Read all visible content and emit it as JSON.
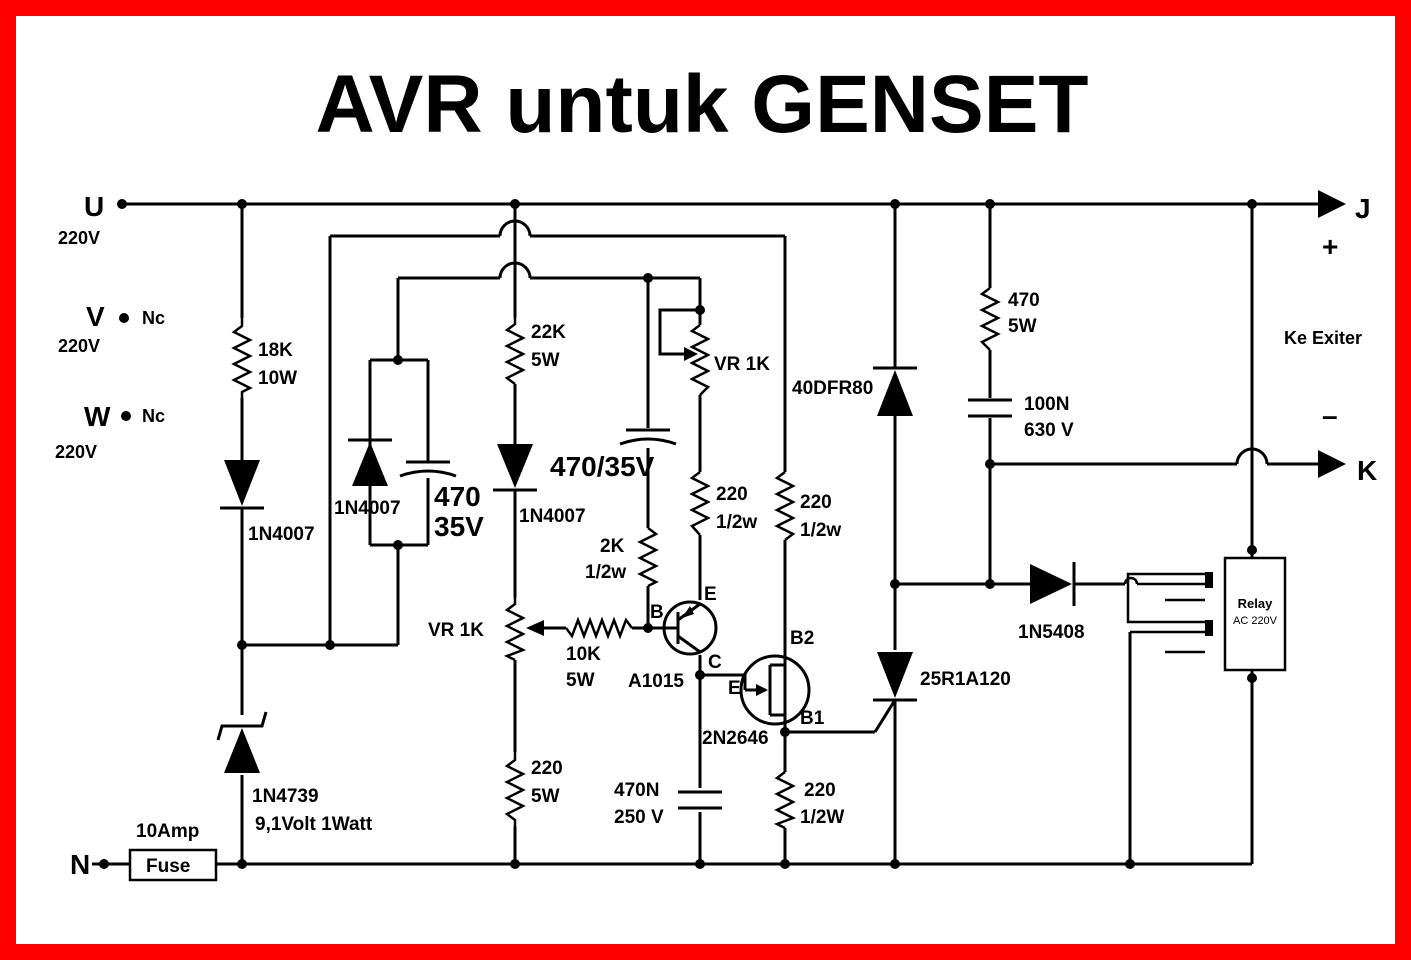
{
  "title": "AVR untuk GENSET",
  "terminals": {
    "U": "U",
    "U_volt": "220V",
    "V": "V",
    "V_nc": "Nc",
    "V_volt": "220V",
    "W": "W",
    "W_nc": "Nc",
    "W_volt": "220V",
    "N": "N",
    "J": "J",
    "K": "K",
    "plus": "+",
    "minus": "–",
    "exciter": "Ke Exiter"
  },
  "components": {
    "r18k_value": "18K",
    "r18k_power": "10W",
    "d1_label": "1N4007",
    "zener_label": "1N4739",
    "zener_spec": "9,1Volt 1Watt",
    "fuse_rating": "10Amp",
    "fuse_label": "Fuse",
    "d2_label": "1N4007",
    "c470_value": "470",
    "c470_volt": "35V",
    "r22k_value": "22K",
    "r22k_power": "5W",
    "d3_label": "1N4007",
    "vr1k_left": "VR 1K",
    "r220_5w_value": "220",
    "r220_5w_power": "5W",
    "r10k_value": "10K",
    "r10k_power": "5W",
    "c470_35v": "470/35V",
    "vr1k_top": "VR 1K",
    "r2k_value": "2K",
    "r2k_power": "1/2w",
    "r220a_value": "220",
    "r220a_power": "1/2w",
    "r220b_value": "220",
    "r220b_power": "1/2w",
    "r220c_value": "220",
    "r220c_power": "1/2W",
    "q1_label": "A1015",
    "q1_b": "B",
    "q1_e": "E",
    "q1_c": "C",
    "ujt_label": "2N2646",
    "ujt_e": "E",
    "ujt_b1": "B1",
    "ujt_b2": "B2",
    "c470n_value": "470N",
    "c470n_volt": "250 V",
    "d40_label": "40DFR80",
    "scr_label": "25R1A120",
    "r470_value": "470",
    "r470_power": "5W",
    "c100n_value": "100N",
    "c100n_volt": "630 V",
    "d5408_label": "1N5408",
    "relay_title": "Relay",
    "relay_rating": "AC 220V"
  },
  "colors": {
    "border": "#ff0000",
    "ink": "#000000",
    "background": "#ffffff"
  }
}
